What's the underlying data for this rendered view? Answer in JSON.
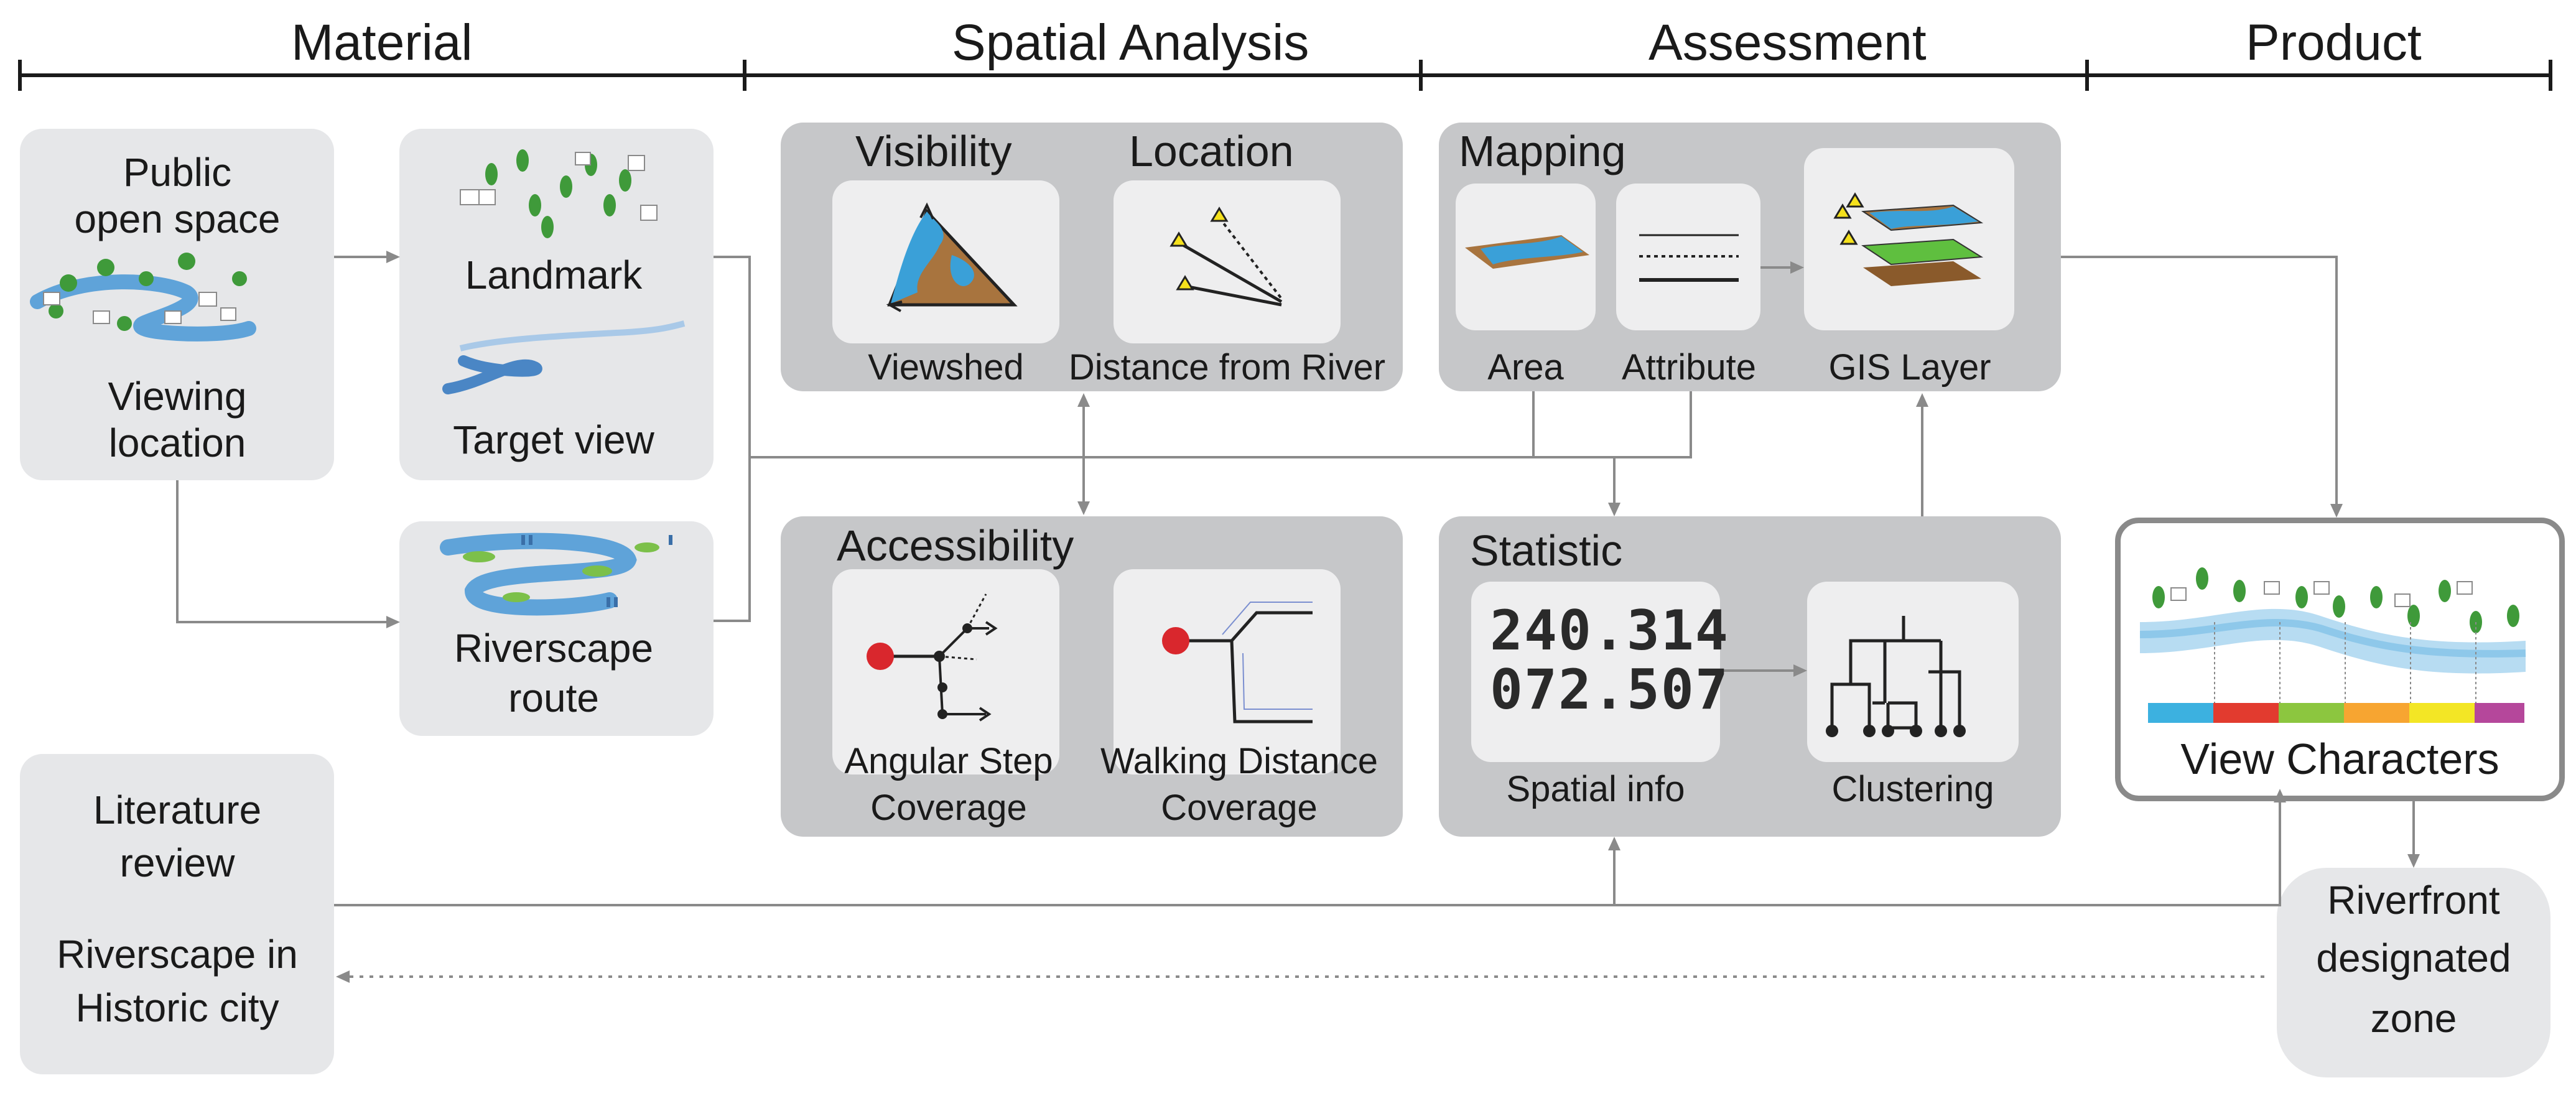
{
  "phases": {
    "material": "Material",
    "spatial_analysis": "Spatial Analysis",
    "assessment": "Assessment",
    "product": "Product"
  },
  "material": {
    "public_open_space": [
      "Public",
      "open space"
    ],
    "viewing_location": [
      "Viewing",
      "location"
    ],
    "landmark": "Landmark",
    "target_view": "Target view",
    "riverscape_route": [
      "Riverscape",
      "route"
    ],
    "literature_review": [
      "Literature",
      "review"
    ],
    "riverscape_historic": [
      "Riverscape in",
      "Historic city"
    ]
  },
  "spatial_analysis": {
    "visibility": "Visibility",
    "location": "Location",
    "viewshed": "Viewshed",
    "distance_from_river": "Distance from River",
    "accessibility": "Accessibility",
    "angular_step": [
      "Angular Step",
      "Coverage"
    ],
    "walking_distance": [
      "Walking Distance",
      "Coverage"
    ]
  },
  "assessment": {
    "mapping": "Mapping",
    "area": "Area",
    "attribute": "Attribute",
    "gis_layer": "GIS Layer",
    "statistic": "Statistic",
    "spatial_info_numbers": [
      "240.314",
      "072.507"
    ],
    "spatial_info": "Spatial info",
    "clustering": "Clustering"
  },
  "product": {
    "view_characters": "View Characters",
    "riverfront_zone": [
      "Riverfront",
      "designated",
      "zone"
    ],
    "color_bar": [
      "#3cb1e0",
      "#e23b2f",
      "#8cc63f",
      "#f7a531",
      "#f3e625",
      "#b5479b"
    ]
  },
  "colors": {
    "water": "#3aa0d8",
    "land": "#a8743e",
    "layer_green": "#5fbf3f",
    "layer_brown": "#8a5a2b",
    "marker_yellow": "#f5e11c",
    "node_red": "#d9272d",
    "line_gray": "#8a8a8a"
  }
}
